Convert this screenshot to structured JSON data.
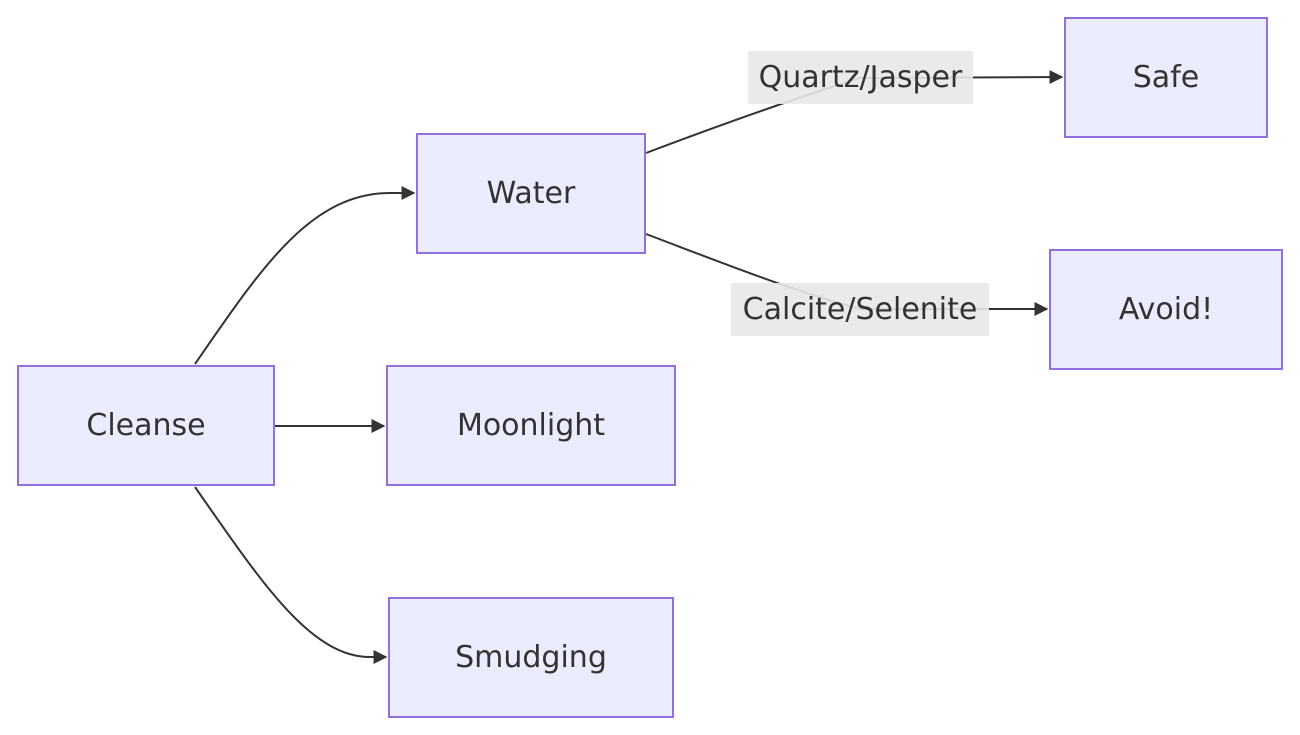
{
  "colors": {
    "node_fill": "#ECECFF",
    "node_stroke": "#9370DB",
    "edge": "#333333",
    "edge_label_bg": "#E8E8E8",
    "text": "#333333"
  },
  "nodes": {
    "cleanse": "Cleanse",
    "water": "Water",
    "moonlight": "Moonlight",
    "smudging": "Smudging",
    "safe": "Safe",
    "avoid": "Avoid!"
  },
  "edges": [
    {
      "from": "Cleanse",
      "to": "Water",
      "label": ""
    },
    {
      "from": "Cleanse",
      "to": "Moonlight",
      "label": ""
    },
    {
      "from": "Cleanse",
      "to": "Smudging",
      "label": ""
    },
    {
      "from": "Water",
      "to": "Safe",
      "label": "Quartz/Jasper"
    },
    {
      "from": "Water",
      "to": "Avoid!",
      "label": "Calcite/Selenite"
    }
  ],
  "edge_labels": {
    "quartz_jasper": "Quartz/Jasper",
    "calcite_selenite": "Calcite/Selenite"
  }
}
